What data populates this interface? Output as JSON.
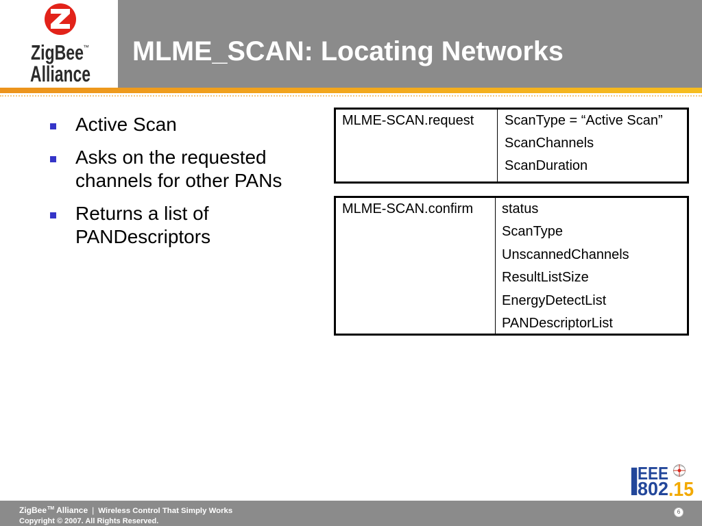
{
  "logo": {
    "name": "ZigBee",
    "trademark": "™",
    "subtitle": "Alliance"
  },
  "header": {
    "title": "MLME_SCAN: Locating Networks"
  },
  "bullets": [
    "Active Scan",
    "Asks on the requested channels for other PANs",
    "Returns a list of PANDescriptors"
  ],
  "tables": [
    {
      "primitive": "MLME-SCAN.request",
      "parameters": [
        "ScanType = “Active Scan”",
        "ScanChannels",
        "ScanDuration"
      ]
    },
    {
      "primitive": "MLME-SCAN.confirm",
      "parameters": [
        "status",
        "ScanType",
        "UnscannedChannels",
        "ResultListSize",
        "EnergyDetectList",
        "PANDescriptorList"
      ]
    }
  ],
  "ieee_logo": {
    "prefix": "I",
    "letters": "EEE",
    "number": "802",
    "suffix": ".15"
  },
  "footer": {
    "brand": "ZigBee",
    "trademark": "TM",
    "organization": "Alliance",
    "separator": "|",
    "tagline": "Wireless Control That Simply Works",
    "copyright": "Copyright © 2007. All Rights Reserved.",
    "page_number": "6"
  },
  "icons": {
    "bullet_marker": "square-bullet-icon",
    "logo_mark": "zigbee-z-icon",
    "ieee_emblem": "ieee-emblem-icon"
  },
  "colors": {
    "header_grey": "#8b8b8b",
    "accent_orange": "#f2a51c",
    "bullet_blue": "#3535c8",
    "logo_red": "#e2231a",
    "ieee_blue": "#23479a",
    "ieee_orange": "#f2a900"
  }
}
